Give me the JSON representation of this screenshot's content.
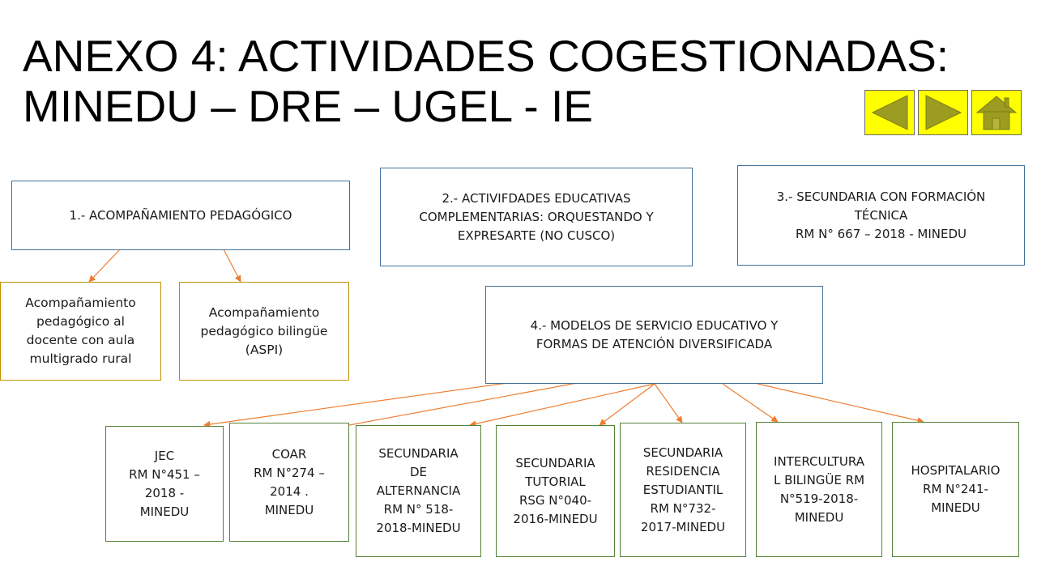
{
  "title": {
    "line1": "ANEXO 4: ACTIVIDADES COGESTIONADAS:",
    "line2": "MINEDU – DRE – UGEL - IE"
  },
  "nav": {
    "prev_icon": "triangle-left-icon",
    "next_icon": "triangle-right-icon",
    "home_icon": "house-icon",
    "button_color": "#ffff00",
    "glyph_color": "#9c9c21"
  },
  "boxes": {
    "acompanamiento": {
      "text": "1.- ACOMPAÑAMIENTO  PEDAGÓGICO"
    },
    "actividades": {
      "lines": [
        "2.- ACTIVIFDADES EDUCATIVAS",
        "COMPLEMENTARIAS: ORQUESTANDO  Y",
        "EXPRESARTE (NO CUSCO)"
      ]
    },
    "secundaria_tecnica": {
      "lines": [
        "3.- SECUNDARIA CON FORMACIÓN",
        "TÉCNICA",
        "RM N° 667 – 2018 - MINEDU"
      ]
    },
    "modelos": {
      "lines": [
        "4.- MODELOS DE SERVICIO EDUCATIVO Y",
        "FORMAS DE ATENCIÓN DIVERSIFICADA"
      ]
    },
    "multigrado": {
      "lines": [
        "Acompañamiento",
        "pedagógico al",
        "docente con aula",
        "multigrado rural"
      ]
    },
    "bilingue": {
      "lines": [
        "Acompañamiento",
        "pedagógico bilingüe",
        "(ASPI)"
      ]
    },
    "jec": {
      "lines": [
        "JEC",
        "RM N°451 –",
        "2018 -",
        "MINEDU"
      ]
    },
    "coar": {
      "lines": [
        "COAR",
        "RM N°274 –",
        "2014 .",
        "MINEDU"
      ]
    },
    "alternancia": {
      "lines": [
        "SECUNDARIA",
        "DE",
        "ALTERNANCIA",
        "RM N° 518-",
        "2018-MINEDU"
      ]
    },
    "tutorial": {
      "lines": [
        "SECUNDARIA",
        "TUTORIAL",
        "RSG N°040-",
        "2016-MINEDU"
      ]
    },
    "residencia": {
      "lines": [
        "SECUNDARIA",
        "RESIDENCIA",
        "ESTUDIANTIL",
        "RM N°732-",
        "2017-MINEDU"
      ]
    },
    "intercultural": {
      "lines": [
        "INTERCULTURA",
        "L BILINGÜE RM",
        "N°519-2018-",
        "MINEDU"
      ]
    },
    "hospitalario": {
      "lines": [
        "HOSPITALARIO",
        "RM N°241-",
        "MINEDU"
      ]
    }
  },
  "colors": {
    "blue_border": "#41719c",
    "gold_border": "#bf9000",
    "green_border": "#548235",
    "arrow": "#ed7d31"
  }
}
